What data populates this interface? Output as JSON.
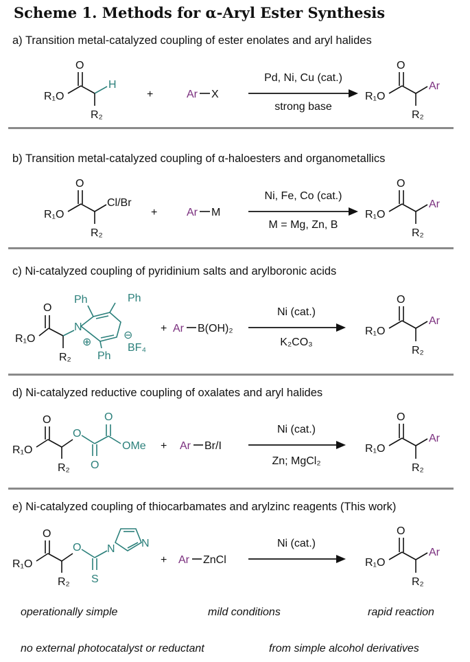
{
  "title": "Scheme 1. Methods for α-Aryl Ester Synthesis",
  "labels": {
    "r1o": "R₁O",
    "r2": "R₂",
    "o": "O",
    "h": "H",
    "ar": "Ar",
    "plus": "+",
    "x": "X",
    "clbr": "Cl/Br",
    "m": "M",
    "ph": "Ph",
    "n": "N",
    "bf4": "BF₄",
    "boh2": "B(OH)₂",
    "ome": "OMe",
    "bri": "Br/I",
    "zncl": "ZnCl",
    "s": "S",
    "plus_charge": "⊕",
    "minus_charge": "⊖"
  },
  "sections": [
    {
      "title": "a) Transition metal-catalyzed coupling of ester enolates and aryl halides",
      "above": "Pd, Ni, Cu (cat.)",
      "below": "strong base"
    },
    {
      "title": "b) Transition metal-catalyzed coupling of α-haloesters and organometallics",
      "above": "Ni, Fe, Co (cat.)",
      "below": "M = Mg, Zn, B"
    },
    {
      "title": "c) Ni-catalyzed coupling of pyridinium salts and arylboronic acids",
      "above": "Ni (cat.)",
      "below": "K₂CO₃"
    },
    {
      "title": "d) Ni-catalyzed reductive coupling of oxalates and aryl halides",
      "above": "Ni (cat.)",
      "below": "Zn; MgCl₂"
    },
    {
      "title": "e) Ni-catalyzed coupling of thiocarbamates and arylzinc reagents (This work)",
      "above": "Ni (cat.)",
      "below": ""
    }
  ],
  "features": [
    "operationally simple",
    "mild conditions",
    "rapid reaction",
    "no external photocatalyst or reductant",
    "from simple alcohol derivatives"
  ]
}
